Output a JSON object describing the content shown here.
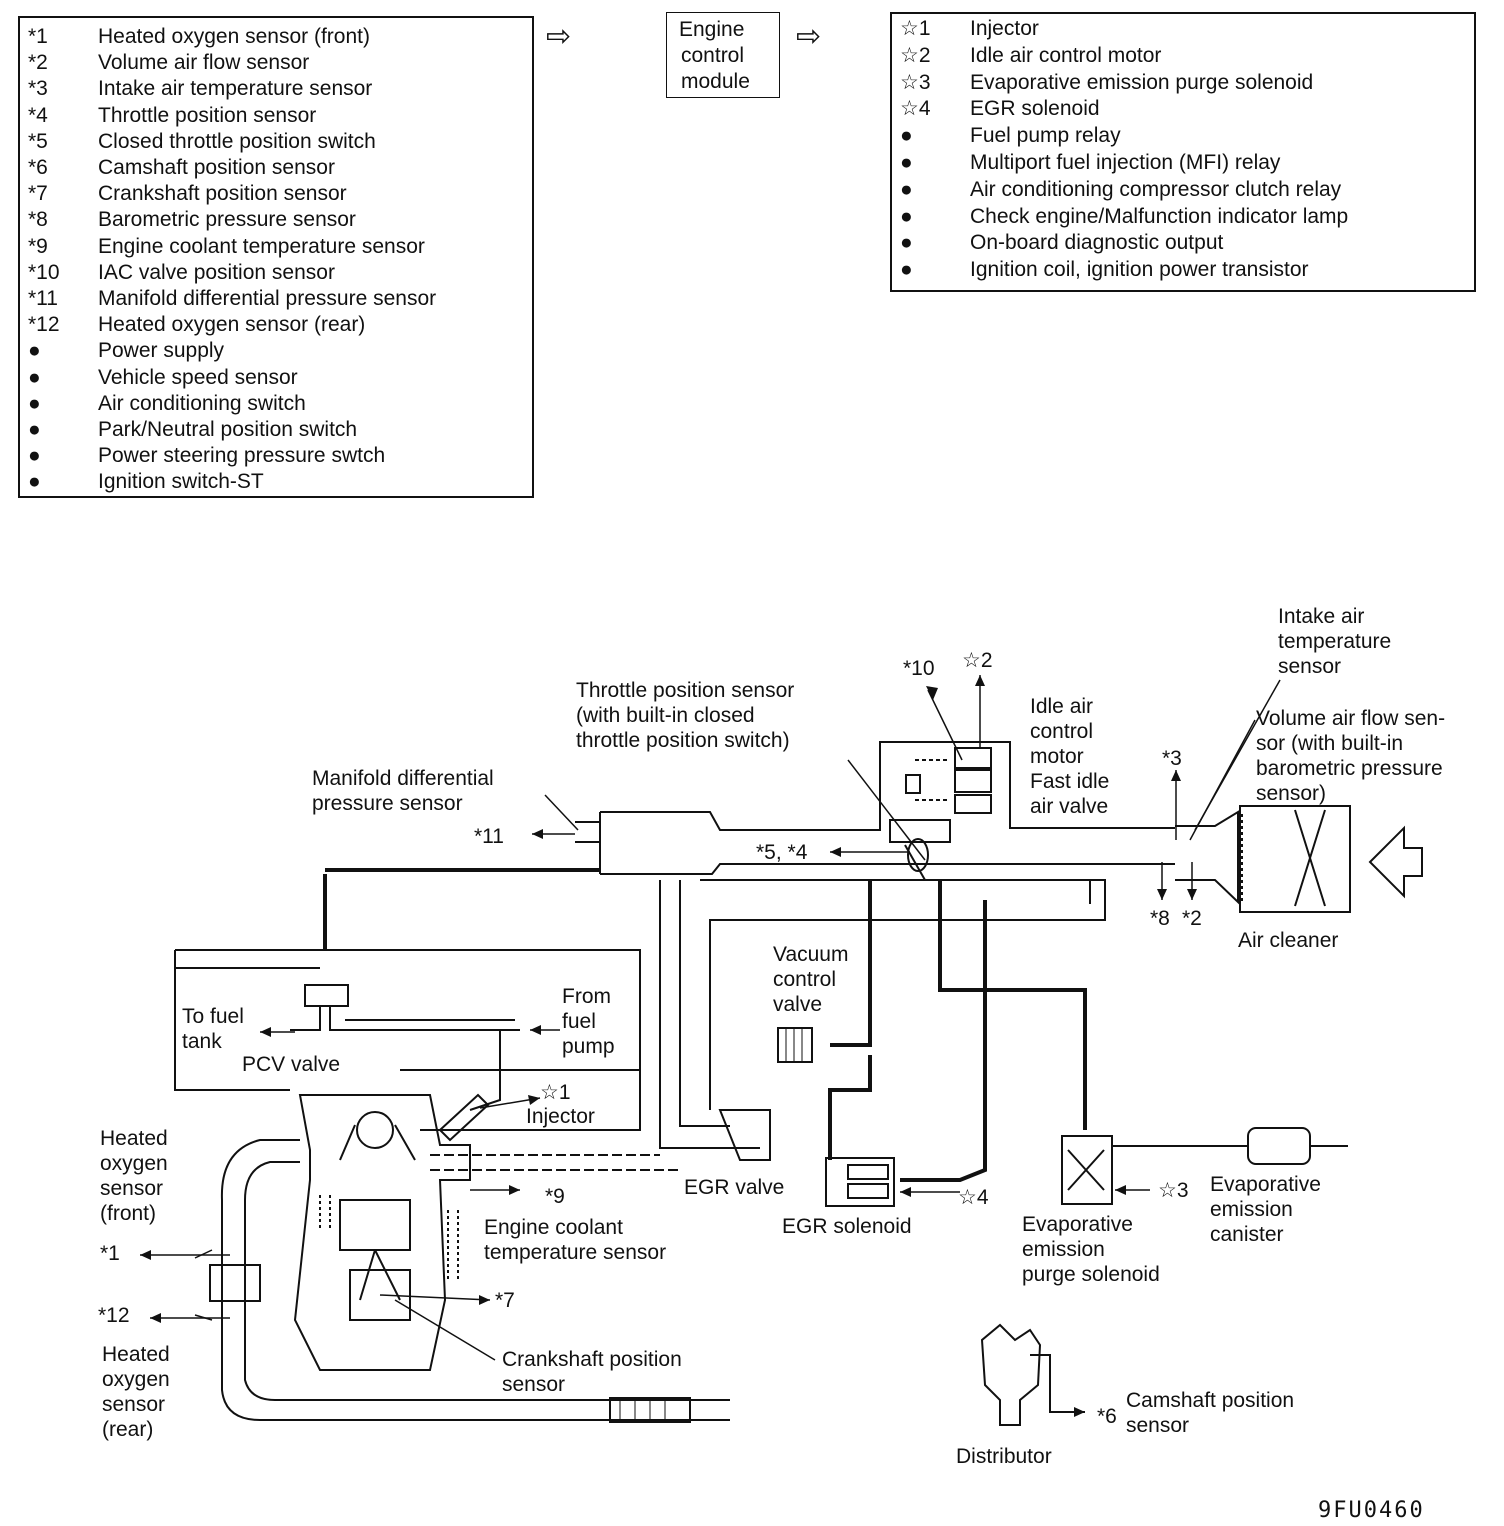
{
  "inputs": {
    "items": [
      {
        "mark": "*1",
        "text": "Heated oxygen sensor (front)"
      },
      {
        "mark": "*2",
        "text": "Volume air flow sensor"
      },
      {
        "mark": "*3",
        "text": "Intake air temperature sensor"
      },
      {
        "mark": "*4",
        "text": "Throttle position sensor"
      },
      {
        "mark": "*5",
        "text": "Closed throttle position switch"
      },
      {
        "mark": "*6",
        "text": "Camshaft position sensor"
      },
      {
        "mark": "*7",
        "text": "Crankshaft position sensor"
      },
      {
        "mark": "*8",
        "text": "Barometric pressure sensor"
      },
      {
        "mark": "*9",
        "text": "Engine coolant temperature sensor"
      },
      {
        "mark": "*10",
        "text": "IAC valve position sensor"
      },
      {
        "mark": "*11",
        "text": "Manifold differential pressure sensor"
      },
      {
        "mark": "*12",
        "text": "Heated oxygen sensor (rear)"
      },
      {
        "mark": "●",
        "text": "Power supply"
      },
      {
        "mark": "●",
        "text": "Vehicle speed sensor"
      },
      {
        "mark": "●",
        "text": "Air conditioning switch"
      },
      {
        "mark": "●",
        "text": "Park/Neutral position switch"
      },
      {
        "mark": "●",
        "text": "Power steering pressure swtch"
      },
      {
        "mark": "●",
        "text": "Ignition switch-ST"
      }
    ]
  },
  "arrow_glyph": "⇨",
  "ecm": {
    "lines": [
      "Engine",
      "control",
      "module"
    ]
  },
  "outputs": {
    "items": [
      {
        "mark": "☆1",
        "text": "Injector"
      },
      {
        "mark": "☆2",
        "text": "Idle air control motor"
      },
      {
        "mark": "☆3",
        "text": "Evaporative emission purge solenoid"
      },
      {
        "mark": "☆4",
        "text": "EGR solenoid"
      },
      {
        "mark": "●",
        "text": "Fuel pump relay"
      },
      {
        "mark": "●",
        "text": "Multiport fuel injection (MFI) relay"
      },
      {
        "mark": "●",
        "text": "Air conditioning compressor clutch relay"
      },
      {
        "mark": "●",
        "text": "Check engine/Malfunction indicator lamp"
      },
      {
        "mark": "●",
        "text": "On-board diagnostic output"
      },
      {
        "mark": "●",
        "text": "Ignition coil, ignition power transistor"
      }
    ]
  },
  "labels": {
    "intake_air_temp": "Intake air\ntemperature\nsensor",
    "volume_air_flow": "Volume air flow sen-\nsor (with built-in\nbarometric pressure\nsensor)",
    "throttle_position": "Throttle position sensor\n(with built-in closed\nthrottle position switch)",
    "idle_air_control": "Idle air\ncontrol\nmotor",
    "fast_idle": "Fast idle\nair valve",
    "manifold_diff": "Manifold differential\npressure sensor",
    "air_cleaner": "Air cleaner",
    "vacuum_control": "Vacuum\ncontrol\nvalve",
    "to_fuel_tank": "To fuel\ntank",
    "from_fuel_pump": "From\nfuel\npump",
    "pcv_valve": "PCV valve",
    "injector": "Injector",
    "hos_front": "Heated\noxygen\nsensor\n(front)",
    "hos_rear": "Heated\noxygen\nsensor\n(rear)",
    "egr_valve": "EGR valve",
    "egr_solenoid": "EGR solenoid",
    "ect_sensor": "Engine coolant\ntemperature sensor",
    "evap_purge": "Evaporative\nemission\npurge solenoid",
    "evap_canister": "Evaporative\nemission\ncanister",
    "crank_sensor": "Crankshaft position\nsensor",
    "cam_sensor": "Camshaft position\nsensor",
    "distributor": "Distributor"
  },
  "markers": {
    "m10": "*10",
    "s2": "☆2",
    "m3": "*3",
    "m11": "*11",
    "m5_4": "*5, *4",
    "m8": "*8",
    "m2": "*2",
    "s1": "☆1",
    "m9": "*9",
    "s4": "☆4",
    "s3": "☆3",
    "m1": "*1",
    "m12": "*12",
    "m7": "*7",
    "m6": "*6"
  },
  "figure_code": "9FU0460"
}
